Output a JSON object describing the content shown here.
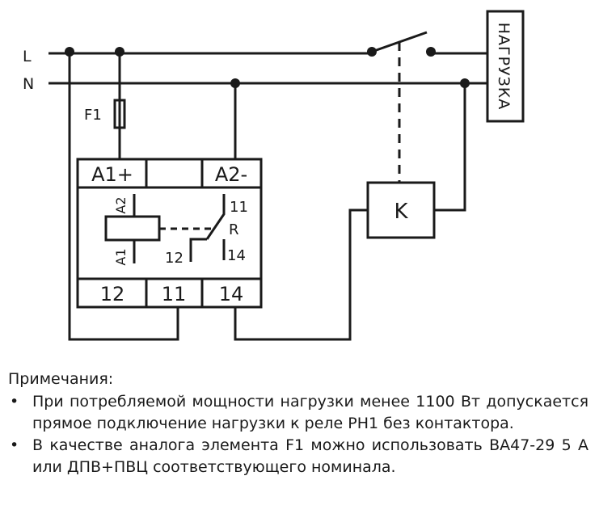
{
  "diagram": {
    "line_labels": {
      "L": "L",
      "N": "N"
    },
    "fuse_label": "F1",
    "load_label": "НАГРУЗКА",
    "contactor_label": "K",
    "relay": {
      "top_terminals": [
        "A1+",
        "",
        "A2-"
      ],
      "bottom_terminals": [
        "12",
        "11",
        "14"
      ],
      "coil_top": "A2",
      "coil_bottom": "A1",
      "contact_11": "11",
      "contact_R": "R",
      "contact_12": "12",
      "contact_14": "14"
    }
  },
  "notes": {
    "title": "Примечания:",
    "items": [
      "При потребляемой мощности нагрузки менее 1100 Вт допускается прямое подключение нагрузки к реле РН1 без контактора.",
      "В качестве аналога элемента F1 можно использовать ВА47-29 5 А или ДПВ+ПВЦ соответствующего номинала."
    ]
  }
}
